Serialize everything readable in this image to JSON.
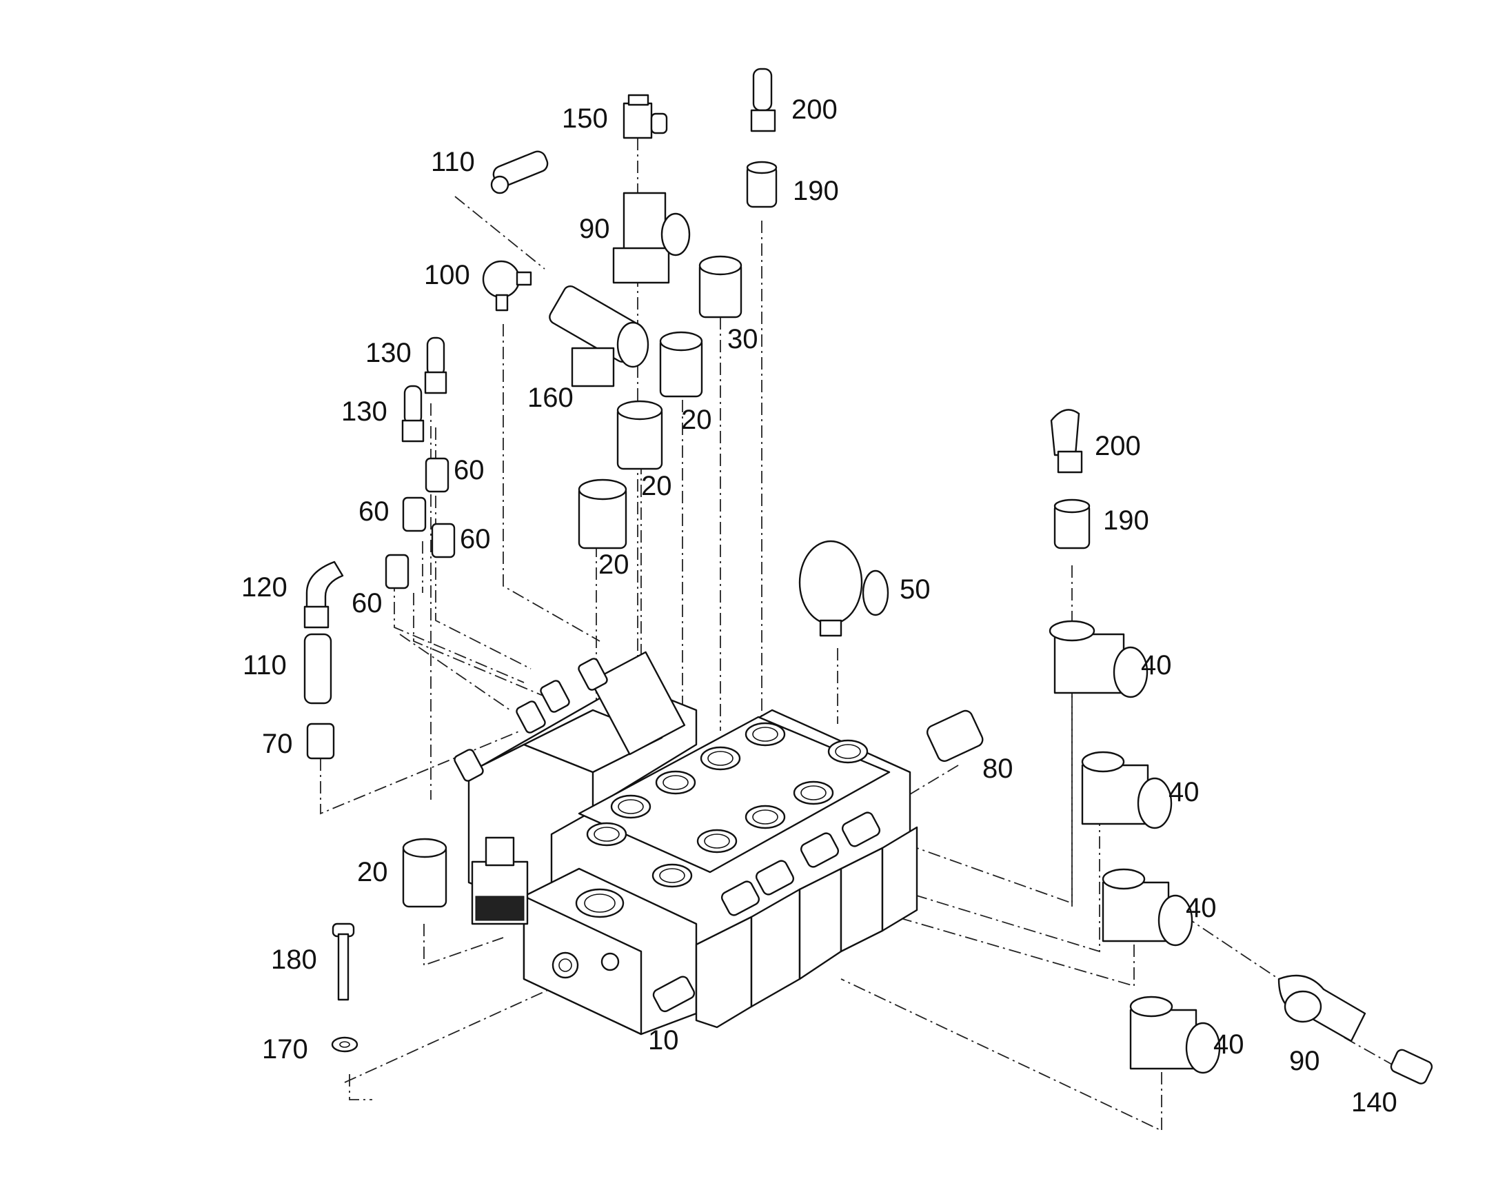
{
  "callouts": {
    "c150": "150",
    "c200a": "200",
    "c110a": "110",
    "c190a": "190",
    "c90a": "90",
    "c100": "100",
    "c30": "30",
    "c130a": "130",
    "c160": "160",
    "c130b": "130",
    "c20a": "20",
    "c60a": "60",
    "c20b": "20",
    "c60b": "60",
    "c60c": "60",
    "c20c": "20",
    "c200b": "200",
    "c190b": "190",
    "c120": "120",
    "c60d": "60",
    "c50": "50",
    "c110b": "110",
    "c40a": "40",
    "c70": "70",
    "c80": "80",
    "c40b": "40",
    "c20d": "20",
    "c40c": "40",
    "c180": "180",
    "c10": "10",
    "c40d": "40",
    "c90b": "90",
    "c170": "170",
    "c140": "140"
  },
  "icons": [
    "valve-block",
    "fitting",
    "elbow-fitting",
    "tee-fitting",
    "bolt",
    "washer"
  ]
}
